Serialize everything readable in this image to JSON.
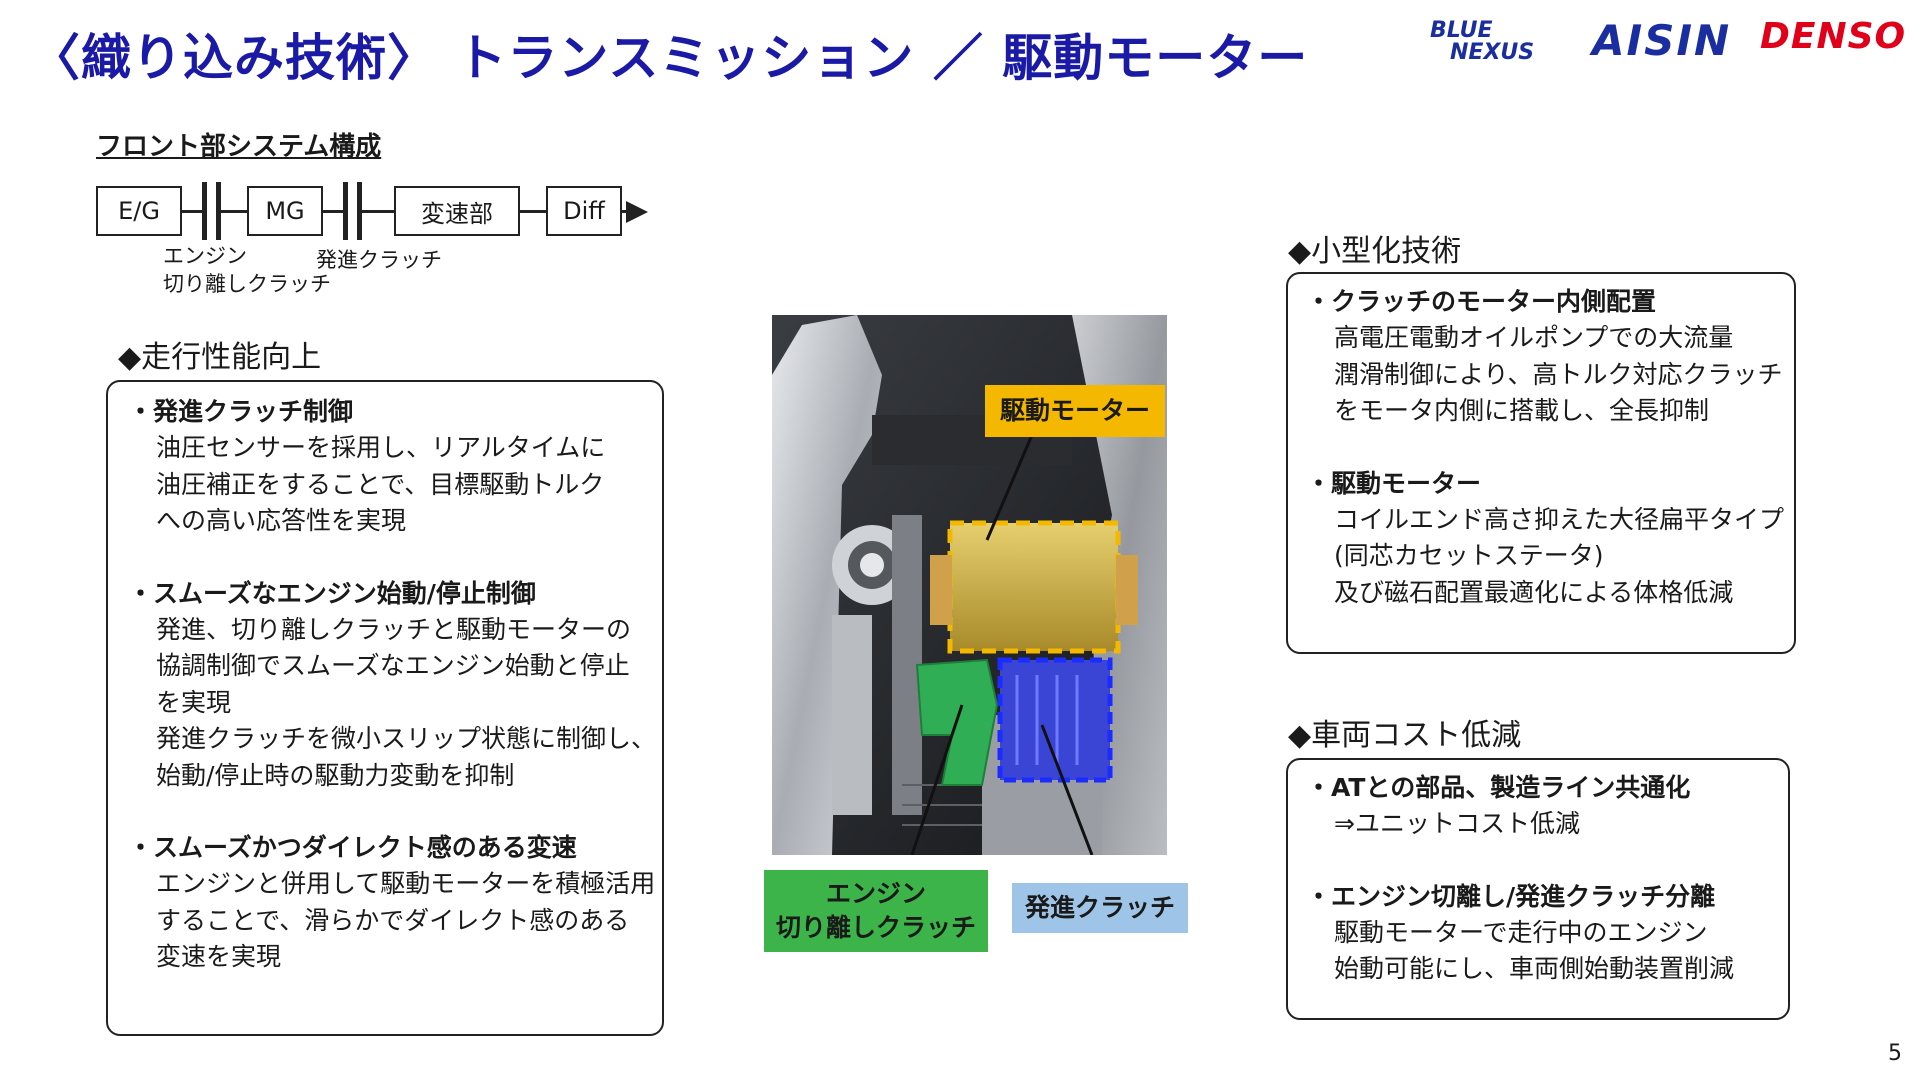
{
  "header": {
    "title": "〈織り込み技術〉 トランスミッション ／ 駆動モーター",
    "logos": {
      "bluenexus_top": "BLUE",
      "bluenexus_bottom": "NEXUS",
      "aisin": "AISIN",
      "denso": "DENSO"
    },
    "colors": {
      "title": "#1a1aa6",
      "aisin": "#1a2ea0",
      "denso": "#e0001a"
    }
  },
  "system": {
    "title": "フロント部システム構成",
    "blocks": [
      "E/G",
      "MG",
      "変速部",
      "Diff"
    ],
    "label_clutch1_line1": "エンジン",
    "label_clutch1_line2": "切り離しクラッチ",
    "label_clutch2": "発進クラッチ"
  },
  "left_panel": {
    "heading": "◆走行性能向上",
    "sections": [
      {
        "title": "・発進クラッチ制御",
        "lines": [
          "油圧センサーを採用し、リアルタイムに",
          "油圧補正をすることで、目標駆動トルク",
          "への高い応答性を実現"
        ]
      },
      {
        "title": "・スムーズなエンジン始動/停止制御",
        "lines": [
          "発進、切り離しクラッチと駆動モーターの",
          "協調制御でスムーズなエンジン始動と停止",
          "を実現",
          "発進クラッチを微小スリップ状態に制御し、",
          "始動/停止時の駆動力変動を抑制"
        ]
      },
      {
        "title": "・スムーズかつダイレクト感のある変速",
        "lines": [
          "エンジンと併用して駆動モーターを積極活用",
          "することで、滑らかでダイレクト感のある",
          "変速を実現"
        ]
      }
    ]
  },
  "image_labels": {
    "motor": "駆動モーター",
    "engine_clutch_line1": "エンジン",
    "engine_clutch_line2": "切り離しクラッチ",
    "start_clutch": "発進クラッチ",
    "colors": {
      "motor": "#f5b800",
      "engine_clutch": "#3cb44a",
      "start_clutch": "#9ec5e8"
    }
  },
  "right_top": {
    "heading": "◆小型化技術",
    "sections": [
      {
        "title": "・クラッチのモーター内側配置",
        "lines": [
          "高電圧電動オイルポンプでの大流量",
          "潤滑制御により、高トルク対応クラッチ",
          "をモータ内側に搭載し、全長抑制"
        ]
      },
      {
        "title": "・駆動モーター",
        "lines": [
          "コイルエンド高さ抑えた大径扁平タイプ",
          "(同芯カセットステータ)",
          "及び磁石配置最適化による体格低減"
        ]
      }
    ]
  },
  "right_bottom": {
    "heading": "◆車両コスト低減",
    "sections": [
      {
        "title": "・ATとの部品、製造ライン共通化",
        "lines": [
          "⇒ユニットコスト低減"
        ]
      },
      {
        "title": "・エンジン切離し/発進クラッチ分離",
        "lines": [
          "駆動モーターで走行中のエンジン",
          "始動可能にし、車両側始動装置削減"
        ]
      }
    ]
  },
  "page_number": "5"
}
